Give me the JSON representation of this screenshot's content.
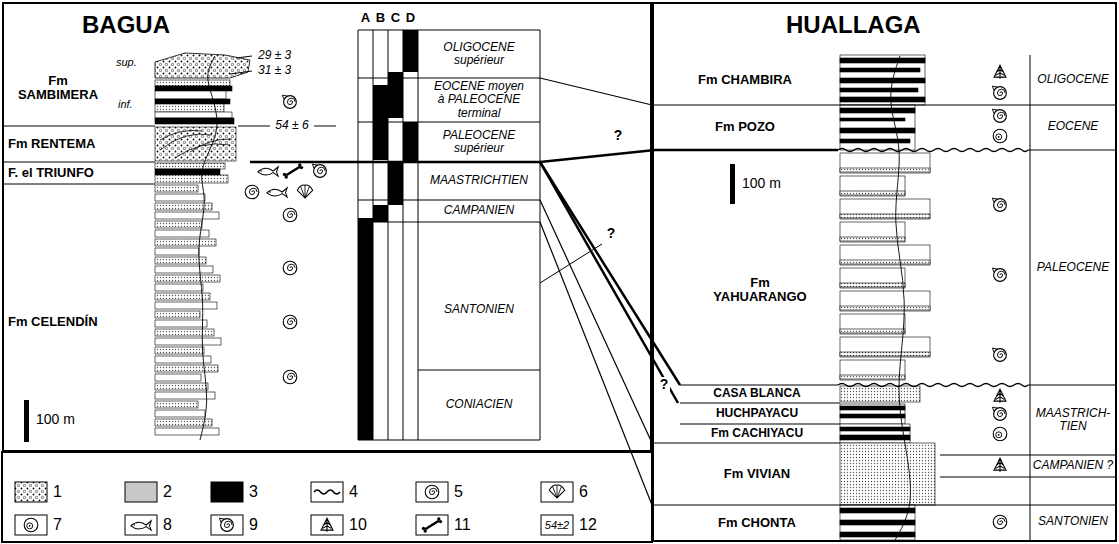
{
  "diagram": {
    "nodes": [
      {
        "text": [
          "BAGUA"
        ]
      },
      {
        "text": [
          "HUALLAGA"
        ]
      }
    ],
    "labels": [
      "Fm SAMBIMERA",
      "sup.",
      "inf.",
      "Fm RENTEMA",
      "F. el TRIUNFO",
      "Fm CELENDÍN",
      "100 m",
      "29 ± 3",
      "31 ± 3",
      "54 ± 6",
      "A",
      "B",
      "C",
      "D",
      "OLIGOCENE supérieur",
      "EOCENE moyen à PALEOCENE terminal",
      "PALEOCENE supérieur",
      "MAASTRICHTIEN",
      "CAMPANIEN",
      "SANTONIEN",
      "CONIACIEN",
      "?",
      "?",
      "?",
      "Fm CHAMBIRA",
      "Fm POZO",
      "Fm YAHUARANGO",
      "CASA BLANCA",
      "HUCHPAYACU",
      "Fm CACHIYACU",
      "Fm VIVIAN",
      "Fm CHONTA",
      "100 m",
      "OLIGOCENE",
      "EOCENE",
      "PALEOCENE",
      "MAASTRICH- TIEN",
      "CAMPANIEN ?",
      "SANTONIEN",
      "54±2"
    ],
    "legend": [
      {
        "text": "1"
      },
      {
        "text": "2",
        "color": "#c8c8c8"
      },
      {
        "text": "3",
        "color": "#000000"
      },
      {
        "text": "4"
      },
      {
        "text": "5"
      },
      {
        "text": "6"
      },
      {
        "text": "7"
      },
      {
        "text": "8"
      },
      {
        "text": "9"
      },
      {
        "text": "10"
      },
      {
        "text": "11"
      },
      {
        "text": "12"
      }
    ]
  }
}
